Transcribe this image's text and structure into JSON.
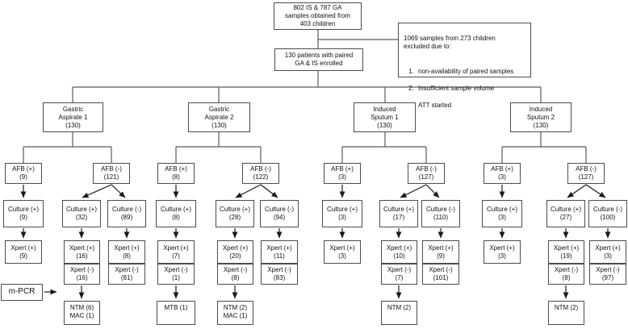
{
  "top": {
    "samples": "802 IS & 787 GA\nsamples obtained from\n403 children",
    "enrolled": "130 patients with paired\nGA & IS enrolled",
    "excluded": {
      "heading": "1069 samples from 273 children\nexcluded due to:",
      "items": [
        "non-availability of paired samples",
        "Insufficient sample volume",
        "ATT started"
      ]
    },
    "mpcr": "m-PCR"
  },
  "ga1": {
    "title": "Gastric\nAspirate 1\n(130)",
    "afb_pos": "AFB (+)\n(9)",
    "afb_neg": "AFB (-)\n(121)",
    "pa_culture": "Culture (+)\n(9)",
    "pa_xpert_pos": "Xpert (+)\n(9)",
    "nb_culture": "Culture (+)\n(32)",
    "nb_xpert_pos": "Xpert (+)\n(16)",
    "nb_xpert_neg": "Xpert (-)\n(16)",
    "nb_final": "NTM (6)\nMAC (1)",
    "nc_culture": "Culture (-)\n(89)",
    "nc_xpert_pos": "Xpert (+)\n(8)",
    "nc_xpert_neg": "Xpert (-)\n(81)"
  },
  "ga2": {
    "title": "Gastric\nAspirate 2\n(130)",
    "afb_pos": "AFB (+)\n(8)",
    "afb_neg": "AFB (-)\n(122)",
    "pa_culture": "Culture (+)\n(8)",
    "pa_xpert_pos": "Xpert (+)\n(7)",
    "pa_xpert_neg": "Xpert (-)\n(1)",
    "pa_final": "MTB (1)",
    "nb_culture": "Culture (+)\n(28)",
    "nb_xpert_pos": "Xpert (+)\n(20)",
    "nb_xpert_neg": "Xpert (-)\n(8)",
    "nb_final": "NTM (2)\nMAC (1)",
    "nc_culture": "Culture (-)\n(94)",
    "nc_xpert_pos": "Xpert (+)\n(11)",
    "nc_xpert_neg": "Xpert (-)\n(83)"
  },
  "is1": {
    "title": "Induced\nSputum 1\n(130)",
    "afb_pos": "AFB (+)\n(3)",
    "afb_neg": "AFB (-)\n(127)",
    "pa_culture": "Culture (+)\n(3)",
    "pa_xpert_pos": "Xpert (+)\n(3)",
    "nb_culture": "Culture (+)\n(17)",
    "nb_xpert_pos": "Xpert (+)\n(10)",
    "nb_xpert_neg": "Xpert (-)\n(7)",
    "nb_final": "NTM (2)",
    "nc_culture": "Culture (-)\n(110)",
    "nc_xpert_pos": "Xpert (+)\n(9)",
    "nc_xpert_neg": "Xpert (-)\n(101)"
  },
  "is2": {
    "title": "Induced\nSputum 2\n(130)",
    "afb_pos": "AFB (+)\n(3)",
    "afb_neg": "AFB (-)\n(127)",
    "pa_culture": "Culture (+)\n(3)",
    "pa_xpert_pos": "Xpert (+)\n(3)",
    "nb_culture": "Culture (+)\n(27)",
    "nb_xpert_pos": "Xpert (+)\n(19)",
    "nb_xpert_neg": "Xpert (-)\n(8)",
    "nb_final": "NTM (2)",
    "nc_culture": "Culture (-)\n(100)",
    "nc_xpert_pos": "Xpert (+)\n(3)",
    "nc_xpert_neg": "Xpert (-)\n(97)"
  },
  "colors": {
    "box_border": "#4d4d4d",
    "connector_line": "#5a5a5a",
    "arrow": "#1a1a1a",
    "background": "#ffffff",
    "text": "#111111"
  }
}
